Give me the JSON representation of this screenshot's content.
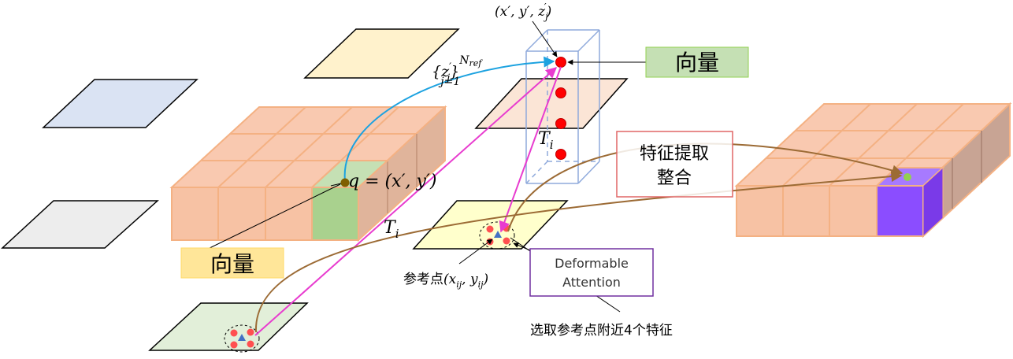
{
  "labels": {
    "vector_top": "向量",
    "vector_left": "向量",
    "feature_box_line1": "特征提取",
    "feature_box_line2": "整合",
    "deformable_line1": "Deformable",
    "deformable_line2": "Attention",
    "ref_point_prefix": "参考点",
    "ref_point_math": "(x",
    "ref_point_sub1": "ij",
    "ref_point_mid": ", y",
    "ref_point_sub2": "ij",
    "ref_point_close": ")",
    "select_note": "选取参考点附近4个特征",
    "coord_top": "(x′, y′, z",
    "coord_top_sub": "j",
    "coord_top_sup": "′",
    "coord_top_close": ")",
    "zset_base": "{z",
    "zset_sup1": "′",
    "zset_sub1": "j",
    "zset_close": "}",
    "zset_sup2": "N",
    "zset_sup2_sub": "ref",
    "zset_sub2": "j=1",
    "query_label": "q = (x′, y′)",
    "T_upper": "T",
    "T_upper_sub": "i",
    "T_lower": "T",
    "T_lower_sub": "i"
  },
  "colors": {
    "grid_fill": "#f9c9b0",
    "grid_stroke": "#f4b183",
    "query_cell": "#a9d18e",
    "output_cell": "#8b4dff",
    "vector_box": "#c5e0b4",
    "vector_box_yellow": "#ffe699",
    "feature_box_stroke": "#e06666",
    "deformable_box_stroke": "#7030a0",
    "blue_arrow": "#1ca2e0",
    "magenta_arrow": "#e83ccf",
    "brown_arrow": "#9c6b35",
    "ref_point": "#ff0000"
  }
}
